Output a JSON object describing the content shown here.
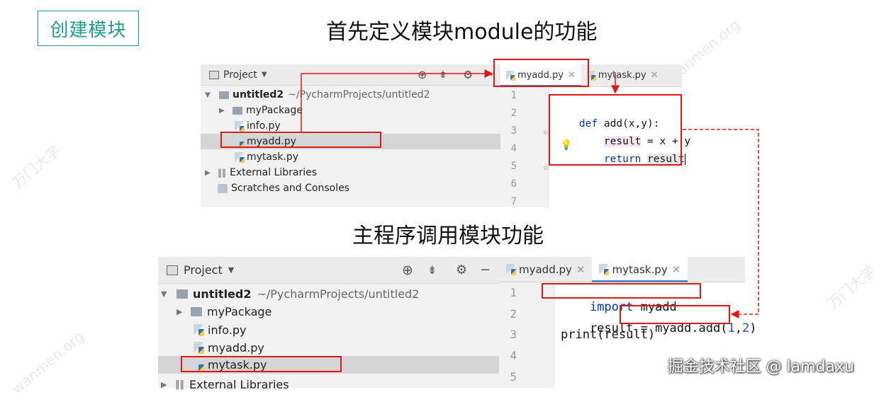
{
  "slide": {
    "tag": "创建模块",
    "heading1": "首先定义模块module的功能",
    "heading2": "主程序调用模块功能",
    "credit": "掘金技术社区 @ lamdaxu",
    "watermarks": [
      "万门大学",
      "wanmen.org"
    ]
  },
  "top": {
    "project_label": "Project",
    "root_name": "untitled2",
    "root_path": "~/PycharmProjects/untitled2",
    "items": [
      "myPackage",
      "info.py",
      "myadd.py",
      "mytask.py",
      "External Libraries",
      "Scratches and Consoles"
    ],
    "tabs": [
      "myadd.py",
      "mytask.py"
    ],
    "line_numbers": [
      "1",
      "2",
      "3",
      "4",
      "5",
      "6",
      "7"
    ],
    "code": {
      "l2_kw": "def",
      "l2_rest": " add(x,y):",
      "l3_var": "result",
      "l3_rest": " = x + y",
      "l4_kw": "return",
      "l4_var": "result"
    }
  },
  "bottom": {
    "project_label": "Project",
    "root_name": "untitled2",
    "root_path": "~/PycharmProjects/untitled2",
    "items": [
      "myPackage",
      "info.py",
      "myadd.py",
      "mytask.py",
      "External Libraries"
    ],
    "tabs": [
      "myadd.py",
      "mytask.py"
    ],
    "line_numbers": [
      "1",
      "2",
      "3",
      "4",
      "5"
    ],
    "code": {
      "l1_kw": "import",
      "l1_mod": " myadd",
      "l2_pre": "result = ",
      "l2_call": "myadd.add(",
      "l2_a": "1",
      "l2_comma": ",",
      "l2_b": "2",
      "l2_close": ")",
      "l3": "print(result)"
    }
  },
  "colors": {
    "accent": "#1f9e8e",
    "highlight": "#e01818",
    "keyword": "#0033b3"
  }
}
